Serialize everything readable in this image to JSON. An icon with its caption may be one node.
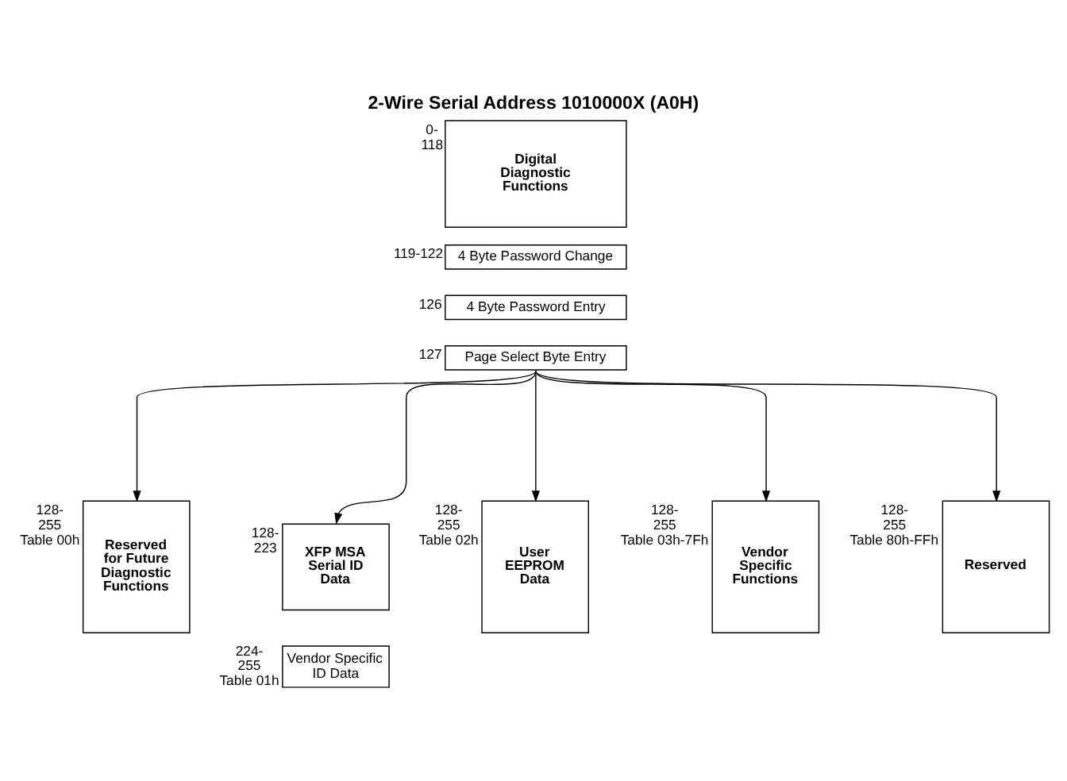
{
  "diagram": {
    "title": "2-Wire Serial Address 1010000X (A0H)",
    "nodes": [
      {
        "text": [
          "Digital Diagnostic Functions"
        ],
        "beside": [
          "0-",
          "118"
        ]
      },
      {
        "text": [
          "4 Byte Password Change"
        ],
        "beside": [
          "119-122"
        ]
      },
      {
        "text": [
          "4 Byte Password Entry"
        ],
        "beside": [
          "126"
        ]
      },
      {
        "text": [
          "Page Select Byte Entry"
        ],
        "beside": [
          "127"
        ]
      },
      {
        "text": [
          "Reserved for Future Diagnostic Functions"
        ],
        "beside": [
          "128-",
          "255",
          "Table 00h"
        ]
      },
      {
        "text": [
          "XFP MSA Serial ID Data"
        ],
        "beside": [
          "128-",
          "223"
        ]
      },
      {
        "text": [
          "Vendor Specific ID Data"
        ],
        "beside": [
          "224-",
          "255",
          "Table 01h"
        ]
      },
      {
        "text": [
          "User EEPROM Data"
        ],
        "beside": [
          "128-",
          "255",
          "Table 02h"
        ]
      },
      {
        "text": [
          "Vendor Specific Functions"
        ],
        "beside": [
          "128-",
          "255",
          "Table 03h-7Fh"
        ]
      },
      {
        "text": [
          "Reserved"
        ],
        "beside": [
          "128-",
          "255",
          "Table 80h-FFh"
        ]
      }
    ],
    "edges": [
      {
        "from": 3,
        "to": 4,
        "arrow": "to"
      },
      {
        "from": 3,
        "to": 5,
        "arrow": "to"
      },
      {
        "from": 3,
        "to": 7,
        "arrow": "to"
      },
      {
        "from": 3,
        "to": 8,
        "arrow": "to"
      },
      {
        "from": 3,
        "to": 9,
        "arrow": "to"
      }
    ]
  }
}
